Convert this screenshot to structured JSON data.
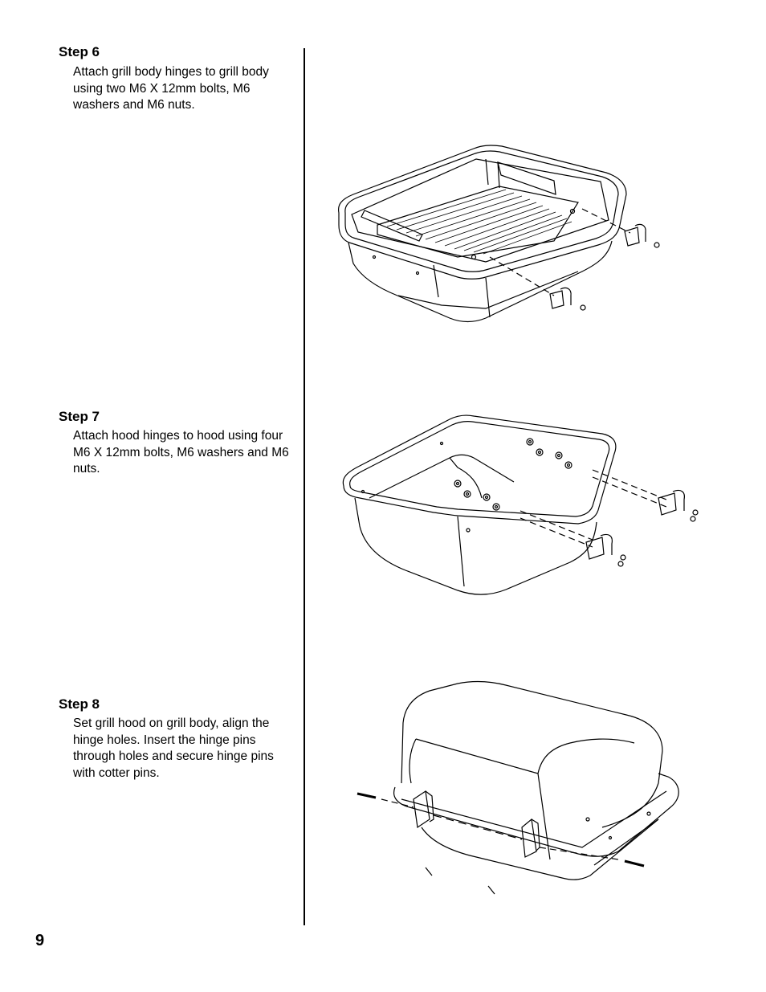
{
  "steps": [
    {
      "title": "Step 6",
      "text": "Attach grill body hinges to grill body using two M6 X 12mm bolts, M6 washers and M6 nuts."
    },
    {
      "title": "Step 7",
      "text": "Attach hood hinges to hood using four M6 X 12mm bolts, M6 washers and M6 nuts."
    },
    {
      "title": "Step 8",
      "text": "Set grill hood on grill body, align the hinge holes. Insert the hinge pins through holes and secure hinge pins with cotter pins."
    }
  ],
  "page_number": "9"
}
